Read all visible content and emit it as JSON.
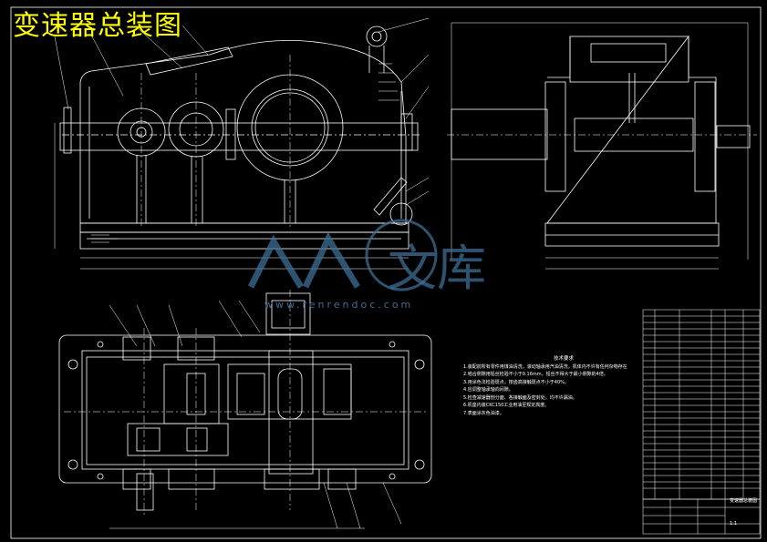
{
  "drawing": {
    "title": "变速器总装图",
    "watermark_glyph": "文库",
    "watermark_url": "www.renrendoc.com"
  },
  "technical_requirements": {
    "heading": "技术要求",
    "items": [
      "1.装配前所有零件用煤油清洗，滚动轴承用汽油清洗，机体内不许有任何杂物存在。",
      "2.啮合侧隙用铅丝检验不小于0.16mm，铅丝不得大于最小侧隙的4倍。",
      "3.用涂色法检验斑点，按齿高接触斑点不小于40%。",
      "4.应调整轴承轴向间隙。",
      "5.检查减速器剖分面、各接触面及密封处，均不许漏油。",
      "6.机座内装CKC150工业用油至规定高度。",
      "7.表面涂灰色油漆。"
    ]
  },
  "title_block": {
    "drawing_name": "变速器总装图",
    "sheet_label": "1:1"
  },
  "colors": {
    "background": "#000000",
    "line": "#ffffff",
    "title": "#ffff00",
    "watermark": "#3d6f96"
  }
}
